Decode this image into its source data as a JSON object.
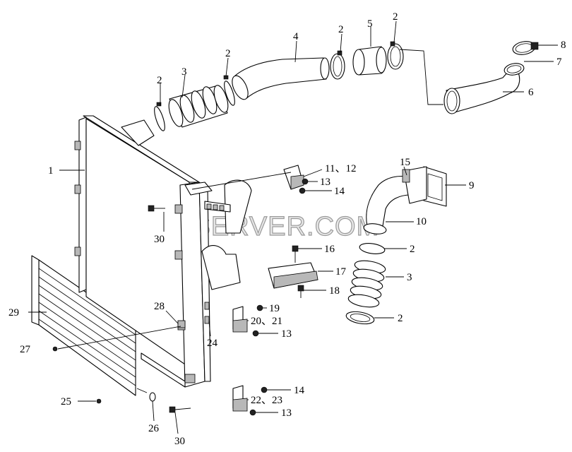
{
  "watermark": "SPECSERVER.COM",
  "callouts": [
    {
      "id": "c1",
      "text": "1"
    },
    {
      "id": "c2a",
      "text": "2"
    },
    {
      "id": "c3a",
      "text": "3"
    },
    {
      "id": "c2b",
      "text": "2"
    },
    {
      "id": "c4",
      "text": "4"
    },
    {
      "id": "c2c",
      "text": "2"
    },
    {
      "id": "c5",
      "text": "5"
    },
    {
      "id": "c2d",
      "text": "2"
    },
    {
      "id": "c8",
      "text": "8"
    },
    {
      "id": "c7",
      "text": "7"
    },
    {
      "id": "c6",
      "text": "6"
    },
    {
      "id": "c11",
      "text": "11、12"
    },
    {
      "id": "c13a",
      "text": "13"
    },
    {
      "id": "c14a",
      "text": "14"
    },
    {
      "id": "c15",
      "text": "15"
    },
    {
      "id": "c9",
      "text": "9"
    },
    {
      "id": "c10",
      "text": "10"
    },
    {
      "id": "c2e",
      "text": "2"
    },
    {
      "id": "c3b",
      "text": "3"
    },
    {
      "id": "c2f",
      "text": "2"
    },
    {
      "id": "c30a",
      "text": "30"
    },
    {
      "id": "c16",
      "text": "16"
    },
    {
      "id": "c17",
      "text": "17"
    },
    {
      "id": "c18",
      "text": "18"
    },
    {
      "id": "c19",
      "text": "19"
    },
    {
      "id": "c20",
      "text": "20、21"
    },
    {
      "id": "c13b",
      "text": "13"
    },
    {
      "id": "c28",
      "text": "28"
    },
    {
      "id": "c24",
      "text": "24"
    },
    {
      "id": "c29",
      "text": "29"
    },
    {
      "id": "c27",
      "text": "27"
    },
    {
      "id": "c14b",
      "text": "14"
    },
    {
      "id": "c22",
      "text": "22、23"
    },
    {
      "id": "c13c",
      "text": "13"
    },
    {
      "id": "c25",
      "text": "25"
    },
    {
      "id": "c26",
      "text": "26"
    },
    {
      "id": "c30b",
      "text": "30"
    }
  ]
}
